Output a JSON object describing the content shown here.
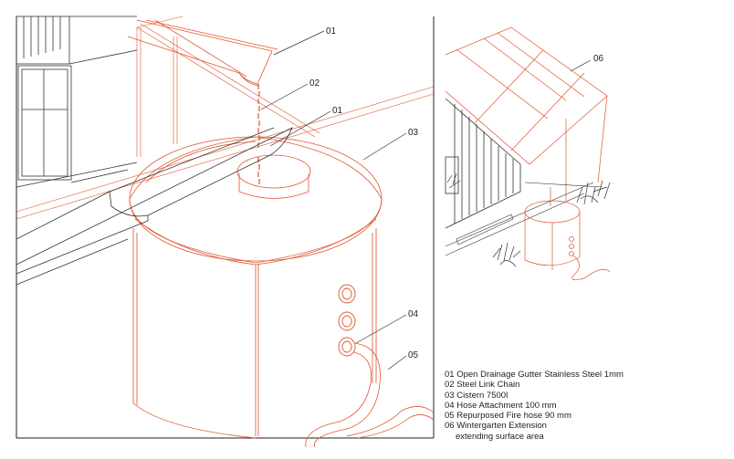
{
  "colors": {
    "accent": "#e0552f",
    "ink": "#333333",
    "gray": "#8a8a8a"
  },
  "callouts": [
    "01",
    "02",
    "01",
    "03",
    "04",
    "05",
    "06"
  ],
  "legend": [
    {
      "text": "01 Open Drainage Gutter Stainless Steel 1mm"
    },
    {
      "text": "02 Steel Link Chain"
    },
    {
      "text": "03 Cistern 7500l"
    },
    {
      "text": "04 Hose Attachment 100 mm"
    },
    {
      "text": "05 Repurposed Fire hose 90 mm"
    },
    {
      "text": "06 Wintergarten Extension"
    },
    {
      "text": "extending surface area",
      "indent": true
    }
  ]
}
